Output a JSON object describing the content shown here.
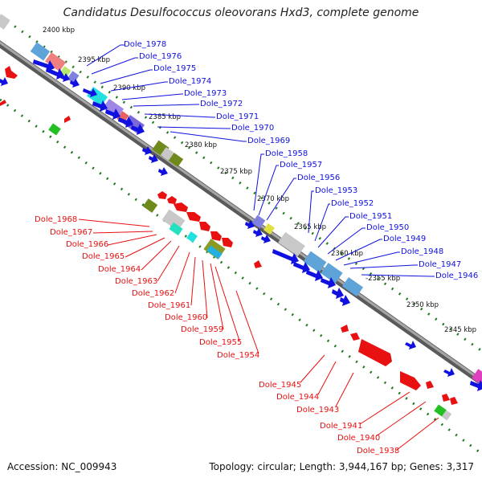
{
  "title": "Candidatus Desulfococcus oleovorans Hxd3, complete genome",
  "accession": "Accession: NC_009943",
  "footer": "Topology: circular; Length: 3,944,167 bp; Genes: 3,317",
  "ticks": [
    "2400 kbp",
    "2395 kbp",
    "2390 kbp",
    "2385 kbp",
    "2380 kbp",
    "2375 kbp",
    "2370 kbp",
    "2365 kbp",
    "2360 kbp",
    "-2355 kbp",
    "2350 kbp",
    "2345 kbp"
  ],
  "labels_top": [
    "Dole_1978",
    "Dole_1976",
    "Dole_1975",
    "Dole_1974",
    "Dole_1973",
    "Dole_1972",
    "Dole_1971",
    "Dole_1970",
    "Dole_1969",
    "Dole_1958",
    "Dole_1957",
    "Dole_1956",
    "Dole_1953",
    "Dole_1952",
    "Dole_1951",
    "Dole_1950",
    "Dole_1949",
    "Dole_1948",
    "Dole_1947",
    "Dole_1946"
  ],
  "labels_bottom": [
    "Dole_1968",
    "Dole_1967",
    "Dole_1966",
    "Dole_1965",
    "Dole_1964",
    "Dole_1963",
    "Dole_1962",
    "Dole_1961",
    "Dole_1960",
    "Dole_1959",
    "Dole_1955",
    "Dole_1954",
    "Dole_1945",
    "Dole_1944",
    "Dole_1943",
    "Dole_1941",
    "Dole_1940",
    "Dole_1938"
  ],
  "colors": {
    "forward_strand": "#1010e0",
    "reverse_strand": "#e81010",
    "backbone": "#8a8a8a",
    "tick_track": "#1e7a1e"
  }
}
